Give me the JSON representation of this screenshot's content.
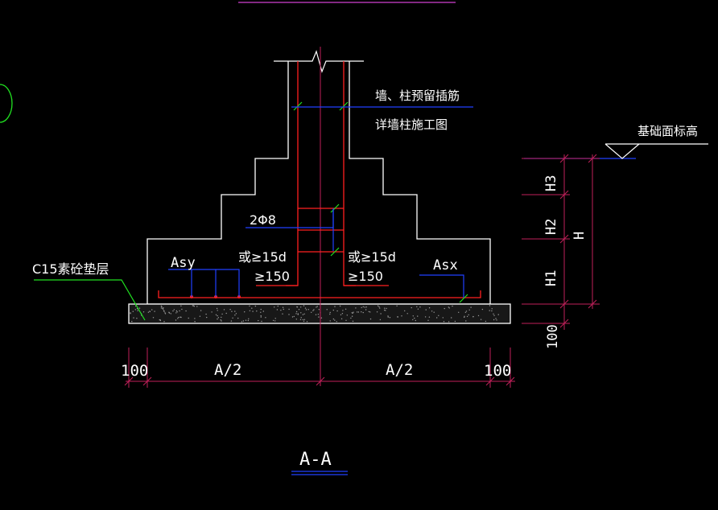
{
  "labels": {
    "rebar_note_line1": "墙、柱预留插筋",
    "rebar_note_line2": "详墙柱施工图",
    "foundation_elevation": "基础面标高",
    "stirrup": "2Φ8",
    "anchor_left_line1": "或≥15d",
    "anchor_left_line2": "≥150",
    "anchor_right_line1": "或≥15d",
    "anchor_right_line2": "≥150",
    "asy": "Asy",
    "asx": "Asx",
    "cushion": "C15素砼垫层",
    "section_title": "A-A"
  },
  "dimensions": {
    "h3": "H3",
    "h2": "H2",
    "h1": "H1",
    "h_total": "H",
    "cushion_thickness": "100",
    "left_offset": "100",
    "half_left": "A/2",
    "half_right": "A/2",
    "right_offset": "100"
  },
  "colors": {
    "background": "#000000",
    "outline": "#ffffff",
    "rebar": "#ff2020",
    "leader": "#2040ff",
    "dimension": "#c0205a",
    "tick": "#20e020",
    "magenta": "#d040d0",
    "text": "#ffffff"
  }
}
